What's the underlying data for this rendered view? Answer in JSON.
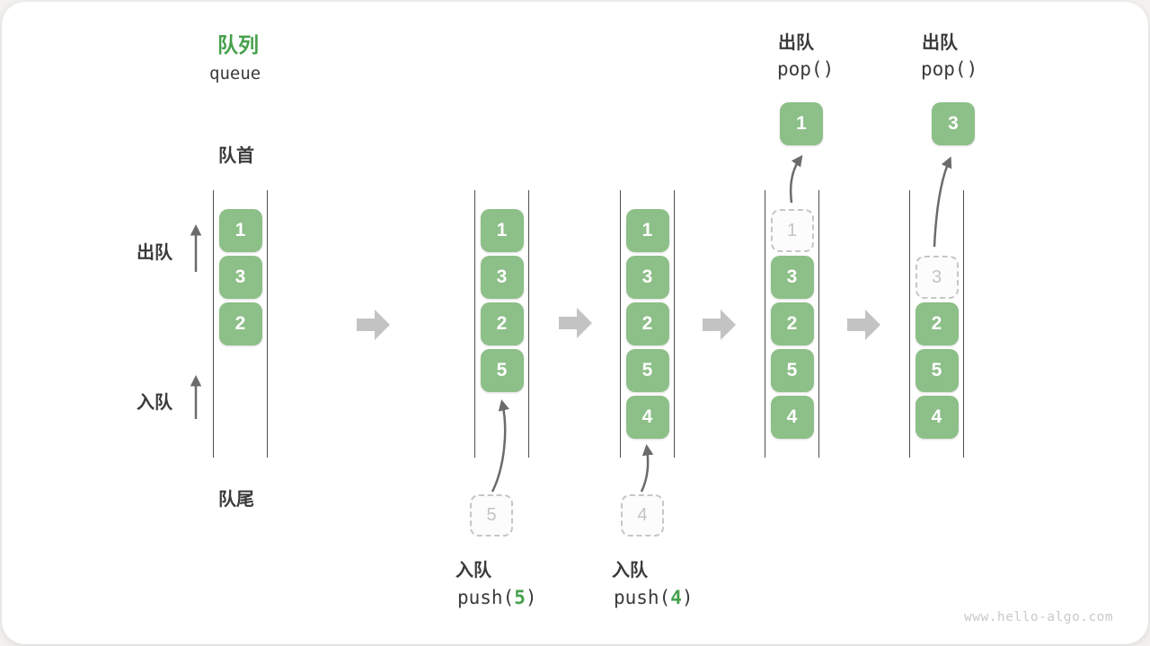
{
  "title": {
    "zh": "队列",
    "en": "queue"
  },
  "side_labels": {
    "front": "队首",
    "rear": "队尾",
    "dequeue": "出队",
    "enqueue": "入队"
  },
  "states": [
    {
      "boxes": [
        "1",
        "3",
        "2"
      ]
    },
    {
      "boxes": [
        "1",
        "3",
        "2",
        "5"
      ],
      "pending": "5",
      "op": {
        "zh": "入队",
        "pre": "push(",
        "arg": "5",
        "post": ")"
      }
    },
    {
      "boxes": [
        "1",
        "3",
        "2",
        "5",
        "4"
      ],
      "pending": "4",
      "op": {
        "zh": "入队",
        "pre": "push(",
        "arg": "4",
        "post": ")"
      }
    },
    {
      "ghost": "1",
      "boxes": [
        "3",
        "2",
        "5",
        "4"
      ],
      "popped": "1",
      "op": {
        "zh": "出队",
        "call": "pop()"
      }
    },
    {
      "ghost": "3",
      "boxes": [
        "2",
        "5",
        "4"
      ],
      "popped": "3",
      "op": {
        "zh": "出队",
        "call": "pop()"
      }
    }
  ],
  "watermark": "www.hello-algo.com",
  "colors": {
    "box_green": "#8dbf88",
    "accent_green": "#46a04b",
    "column_line": "#4e4e4e",
    "text_dark": "#3a3a3a",
    "thin_arrow": "#6b6b6b",
    "big_arrow": "#c3c3c3",
    "ghost_border": "#c6c6c6",
    "watermark_gray": "#c9c9c9"
  }
}
